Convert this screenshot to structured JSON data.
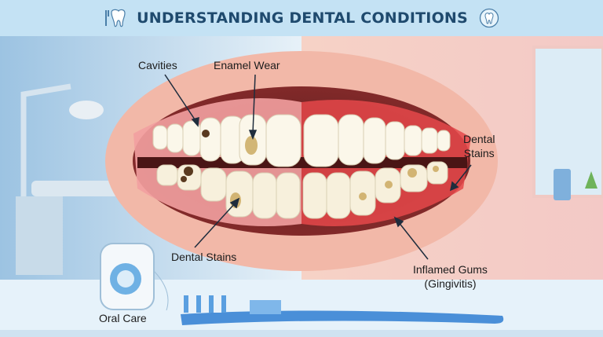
{
  "header": {
    "title": "UNDERSTANDING DENTAL CONDITIONS",
    "left_icon": "tooth-with-toothbrush-icon",
    "right_icon": "tooth-circle-icon"
  },
  "labels": {
    "cavities": "Cavities",
    "enamel_wear": "Enamel Wear",
    "dental_stains_lower": "Dental Stains",
    "dental_stains_right_line1": "Dental",
    "dental_stains_right_line2": "Stains",
    "inflamed_gums_line1": "Inflamed Gums",
    "inflamed_gums_line2": "(Gingivitis)",
    "oral_care": "Oral Care"
  },
  "colors": {
    "header_bg": "#c4e2f4",
    "title": "#1f4a6e",
    "gum_healthy": "#f2a0a0",
    "gum_inflamed": "#e5484a",
    "toothbrush": "#4a8fd8"
  }
}
